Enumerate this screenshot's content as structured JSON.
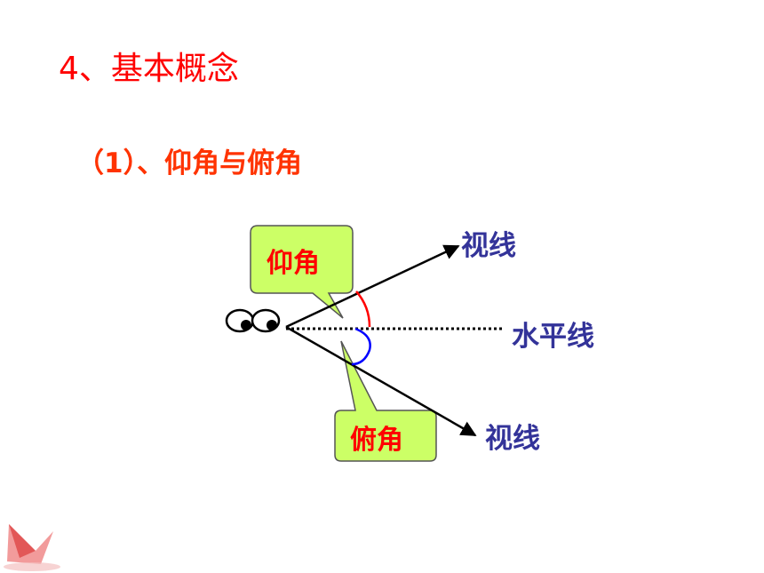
{
  "slide": {
    "title": "4、基本概念",
    "subtitle": "（1）、仰角与俯角"
  },
  "diagram": {
    "line_of_sight_upper": "视线",
    "horizontal_line": "水平线",
    "line_of_sight_lower": "视线",
    "elevation_angle": "仰角",
    "depression_angle": "俯角",
    "colors": {
      "callout_fill": "#ccff66",
      "elevation_arc": "#ff0000",
      "depression_arc": "#0000ff",
      "label_blue": "#333399",
      "title_red": "#ff0000"
    },
    "icons": [
      "eyes-icon",
      "paper-crane-logo"
    ]
  }
}
